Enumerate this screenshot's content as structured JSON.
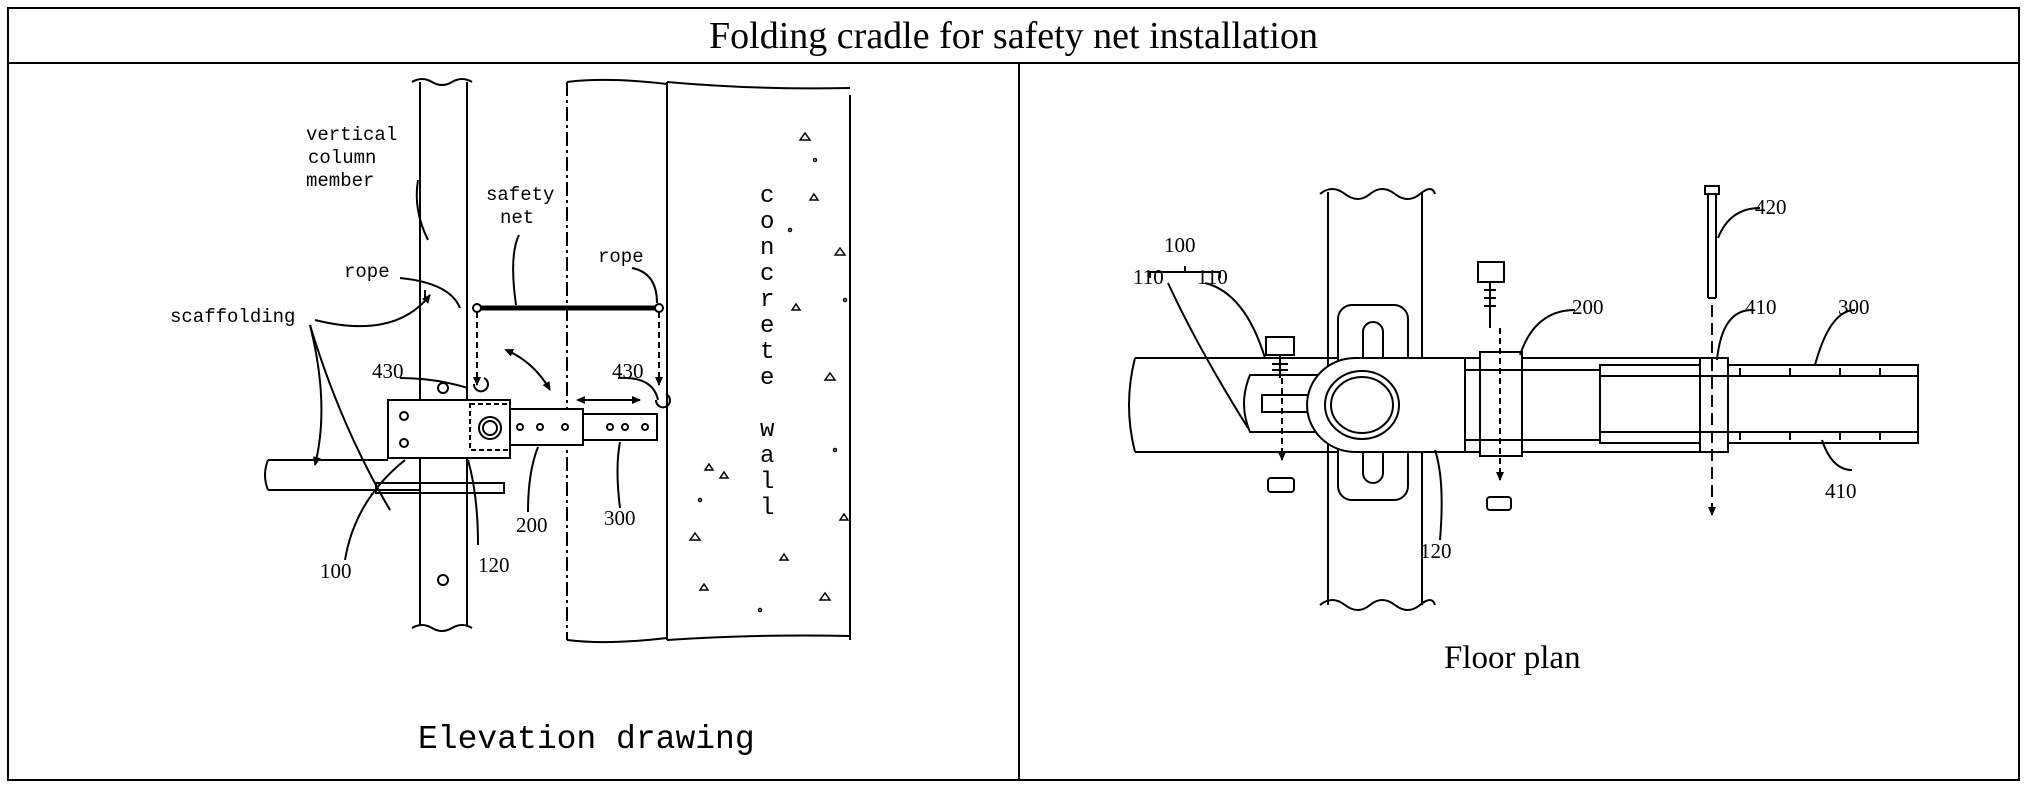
{
  "title": "Folding cradle for safety net installation",
  "elevation": {
    "caption": "Elevation drawing",
    "labels": {
      "vertical": "vertical",
      "column": "column",
      "member": "member",
      "safety": "safety",
      "net": "net",
      "rope_left": "rope",
      "rope_right": "rope",
      "scaffolding": "scaffolding",
      "concrete_wall": [
        "c",
        "o",
        "n",
        "c",
        "r",
        "e",
        "t",
        "e"
      ],
      "wall": [
        "w",
        "a",
        "l",
        "l"
      ]
    },
    "numbers": {
      "n430a": "430",
      "n430b": "430",
      "n100": "100",
      "n120": "120",
      "n200": "200",
      "n300": "300"
    }
  },
  "floor_plan": {
    "caption": "Floor plan",
    "numbers": {
      "n100": "100",
      "n110a": "110",
      "n110b": "110",
      "n120": "120",
      "n200": "200",
      "n300": "300",
      "n410a": "410",
      "n410b": "410",
      "n420": "420"
    }
  }
}
